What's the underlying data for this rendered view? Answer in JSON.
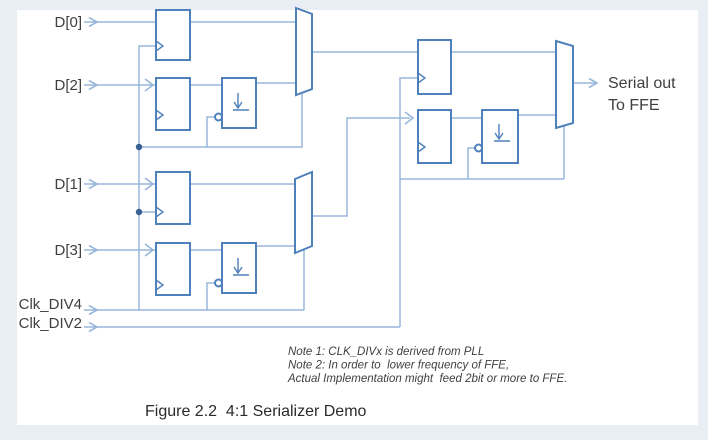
{
  "colors": {
    "wire": "#98b6dc",
    "shape_border": "#4e80bc",
    "junction": "#376092",
    "text": "#3f3f3f",
    "caption_text": "#2b2b2b",
    "background": "#e9eef4",
    "canvas": "#ffffff"
  },
  "labels": {
    "d0": "D[0]",
    "d2": "D[2]",
    "d1": "D[1]",
    "d3": "D[3]",
    "clk_div4": "Clk_DIV4",
    "clk_div2": "Clk_DIV2",
    "serial_out": "Serial out",
    "to_ffe": "To FFE"
  },
  "notes": {
    "note1": "Note 1: CLK_DIVx is derived from PLL",
    "note2": "Note 2: In order to  lower frequency of FFE,",
    "note3": "Actual Implementation might  feed 2bit or more to FFE."
  },
  "caption": "Figure 2.2  4:1 Serializer Demo"
}
